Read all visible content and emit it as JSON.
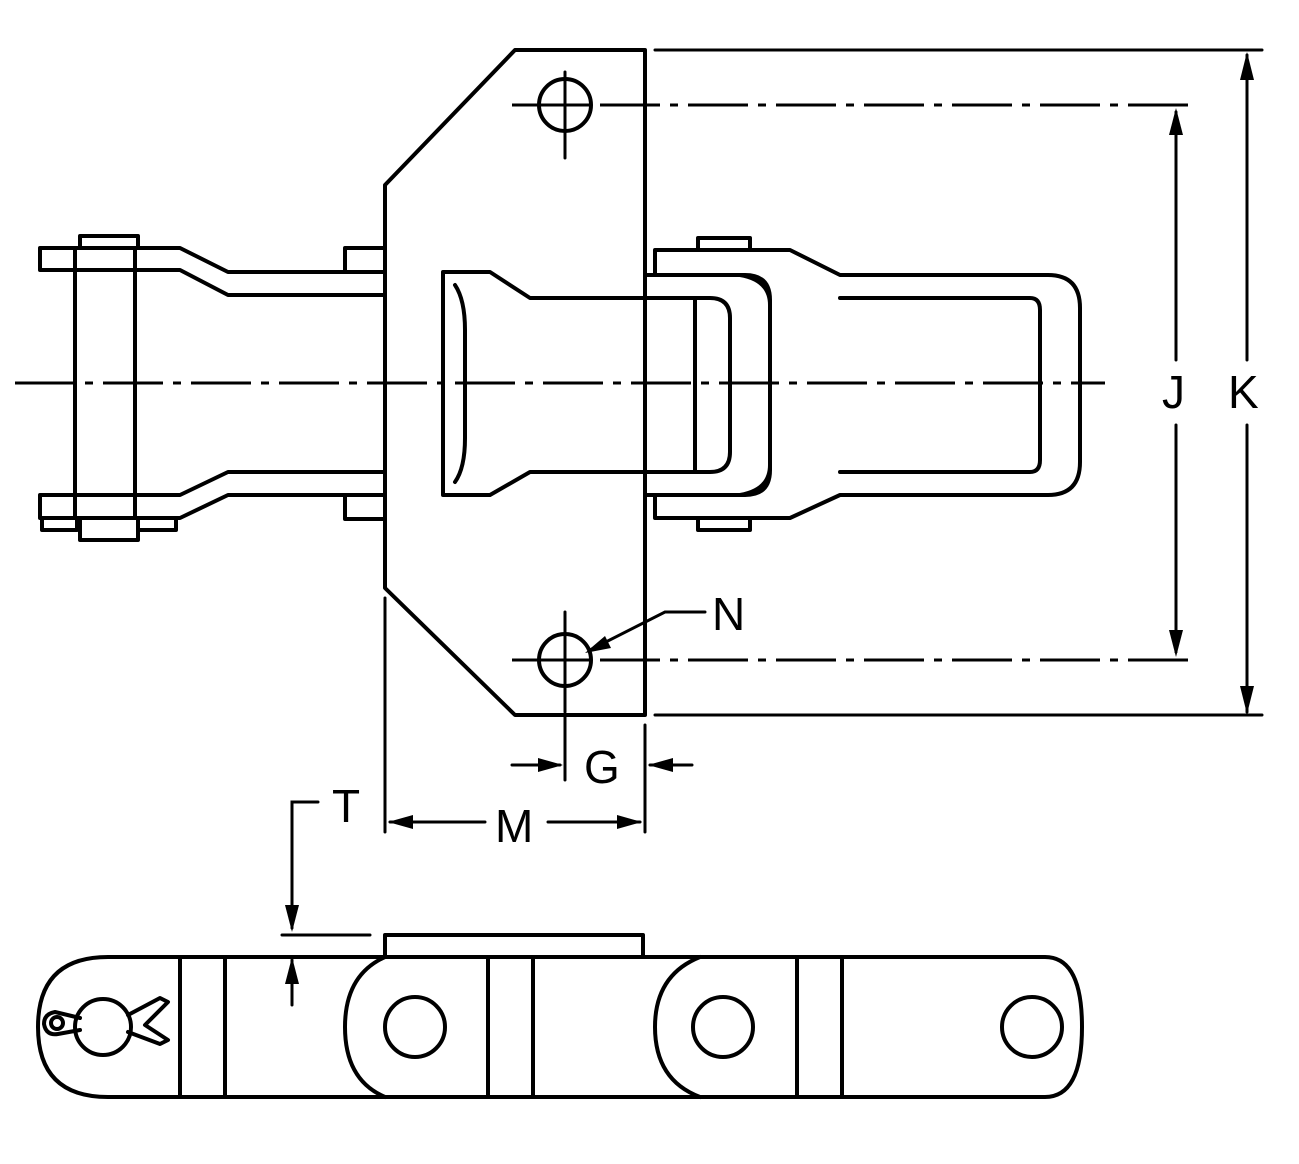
{
  "labels": {
    "J": "J",
    "K": "K",
    "N": "N",
    "G": "G",
    "M": "M",
    "T": "T"
  }
}
